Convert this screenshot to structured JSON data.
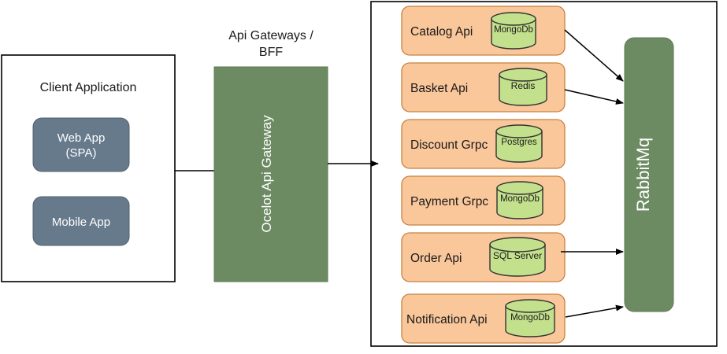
{
  "diagram": {
    "title_labels": {
      "client_container": "Client Application",
      "gateway_header_line1": "Api Gateways /",
      "gateway_header_line2": "BFF"
    },
    "client": {
      "apps": [
        {
          "label": "Web App",
          "label2": "(SPA)"
        },
        {
          "label": "Mobile App",
          "label2": ""
        }
      ]
    },
    "gateway": {
      "label": "Ocelot Api Gateway"
    },
    "microservices": [
      {
        "name": "Catalog Api",
        "database": "MongoDb"
      },
      {
        "name": "Basket Api",
        "database": "Redis"
      },
      {
        "name": "Discount Grpc",
        "database": "Postgres"
      },
      {
        "name": "Payment Grpc",
        "database": "MongoDb"
      },
      {
        "name": "Order Api",
        "database": "SQL Server"
      },
      {
        "name": "Notification Api",
        "database": "MongoDb"
      }
    ],
    "message_broker": {
      "label": "RabbitMq"
    },
    "colors": {
      "client_app_fill": "#667A8C",
      "gateway_fill": "#6D8B62",
      "service_fill": "#FAC79B",
      "service_stroke": "#C8813F",
      "database_fill": "#C3E08C",
      "database_stroke": "#333333",
      "broker_fill": "#6D8B62",
      "container_stroke": "#000000",
      "arrow_color": "#000000",
      "text_dark": "#1a1a1a",
      "text_light": "#ffffff"
    }
  }
}
